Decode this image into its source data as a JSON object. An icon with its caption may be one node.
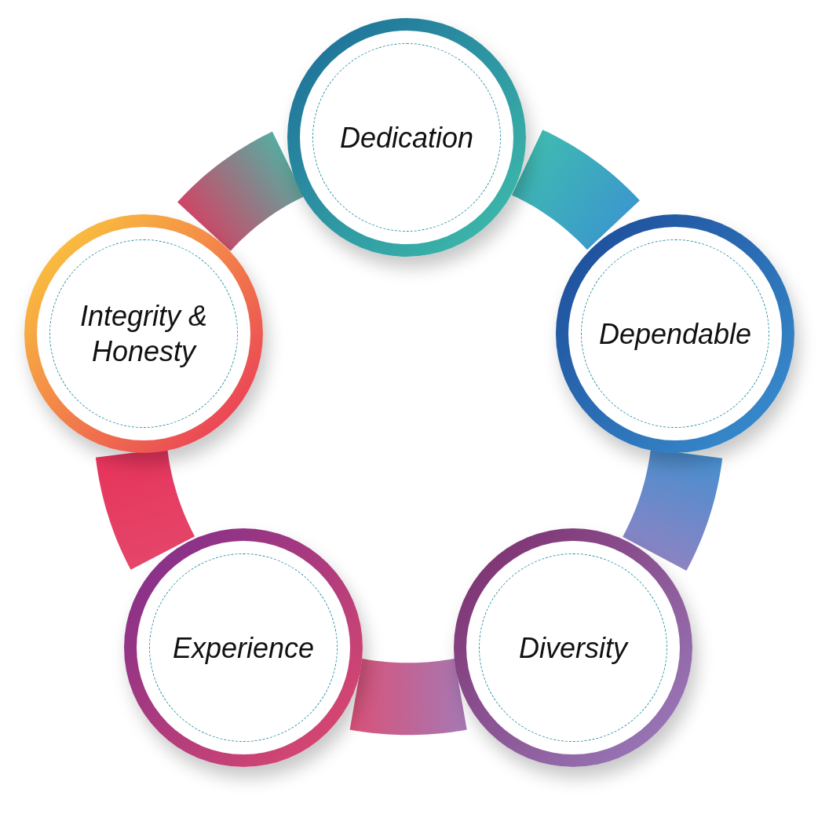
{
  "diagram": {
    "nodes": [
      {
        "text": [
          "Dedication"
        ]
      },
      {
        "text": [
          "Integrity & Honesty"
        ]
      },
      {
        "text": [
          "Dependable"
        ]
      },
      {
        "text": [
          "Experience"
        ]
      },
      {
        "text": [
          "Diversity"
        ]
      }
    ],
    "edges": [
      {
        "from": 0,
        "to": 2,
        "arrow": "none",
        "style": "thick"
      },
      {
        "from": 2,
        "to": 4,
        "arrow": "none",
        "style": "thick"
      },
      {
        "from": 4,
        "to": 3,
        "arrow": "none",
        "style": "thick"
      },
      {
        "from": 3,
        "to": 1,
        "arrow": "none",
        "style": "thick"
      },
      {
        "from": 1,
        "to": 0,
        "arrow": "none",
        "style": "thick"
      }
    ]
  }
}
